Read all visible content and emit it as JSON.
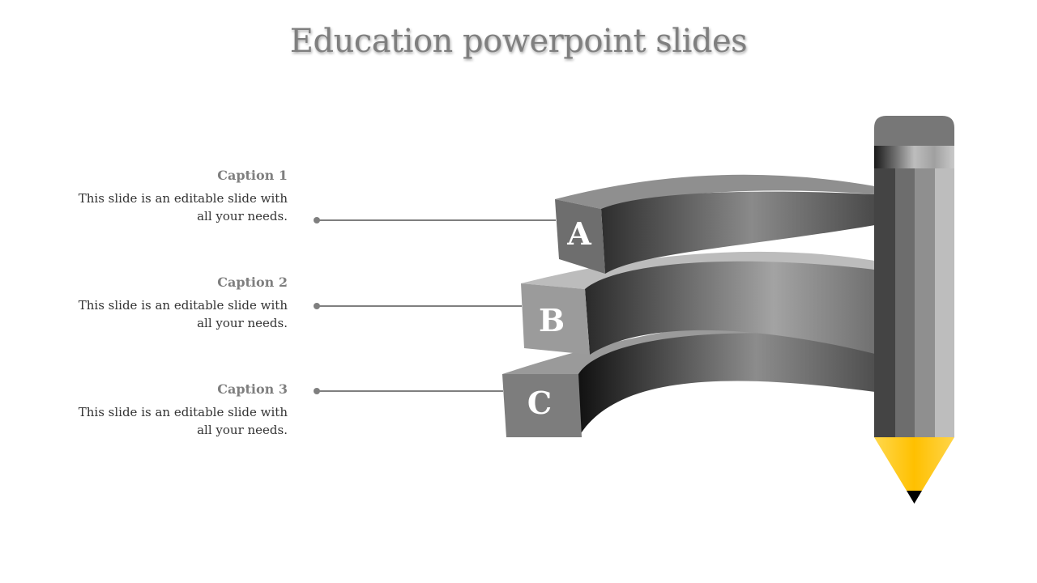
{
  "title": "Education powerpoint slides",
  "captions": [
    {
      "title": "Caption 1",
      "text_line1": "This slide is an editable slide with",
      "text_line2": "all your needs."
    },
    {
      "title": "Caption 2",
      "text_line1": "This slide is an editable slide with",
      "text_line2": "all your needs."
    },
    {
      "title": "Caption 3",
      "text_line1": "This slide is an editable slide with",
      "text_line2": "all your needs."
    }
  ],
  "bands": [
    {
      "letter": "A"
    },
    {
      "letter": "B"
    },
    {
      "letter": "C"
    }
  ],
  "colors": {
    "title": "#7f7f7f",
    "caption_title": "#7f7f7f",
    "body_text": "#333333",
    "connector": "#7f7f7f",
    "pencil_tip": "#ffc000",
    "pencil_lead": "#000000"
  },
  "icons": {
    "pencil": "pencil-icon"
  }
}
